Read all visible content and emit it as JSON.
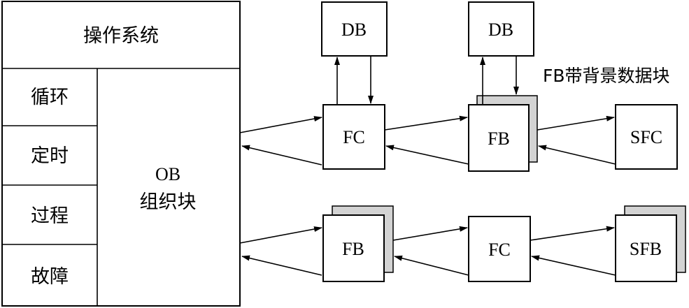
{
  "os": {
    "title": "操作系统",
    "events": [
      "循环",
      "定时",
      "过程",
      "故障"
    ],
    "ob_line1": "OB",
    "ob_line2": "组织块"
  },
  "blocks": {
    "db1": "DB",
    "db2": "DB",
    "fc_top": "FC",
    "fb_top": "FB",
    "sfc": "SFC",
    "fb_bottom": "FB",
    "fc_bottom": "FC",
    "sfb": "SFB"
  },
  "annotation": "FB带背景数据块"
}
